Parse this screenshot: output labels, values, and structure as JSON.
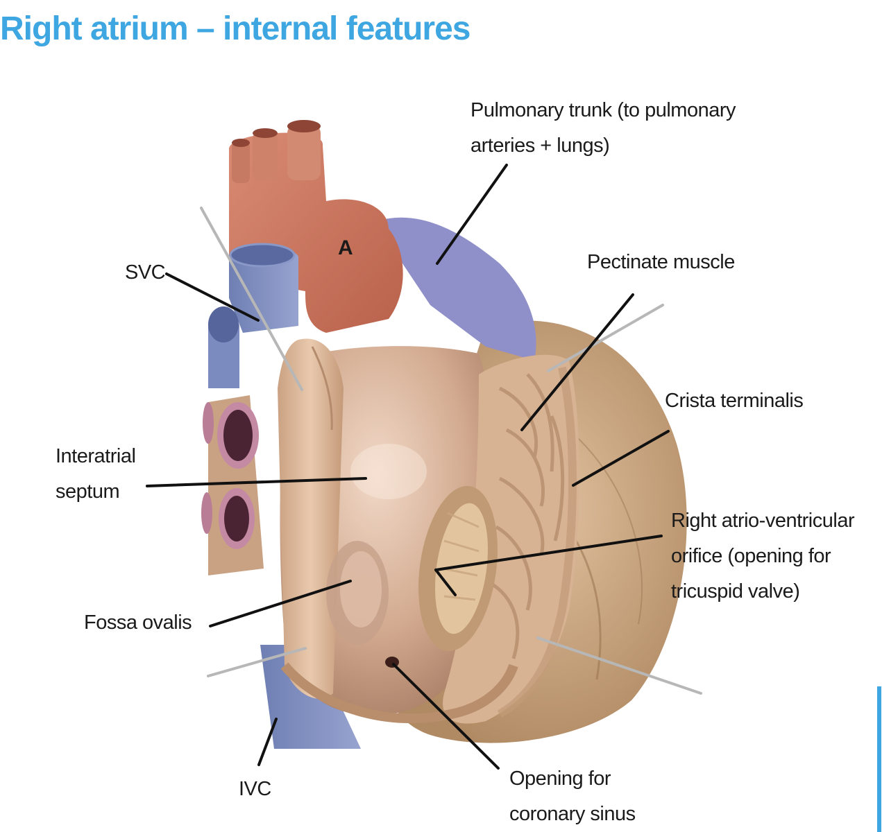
{
  "slide": {
    "title": "Right atrium – internal features",
    "accent_color": "#3ea6e0"
  },
  "illustration": {
    "marker": "A"
  },
  "labels": {
    "pulmonary_trunk": {
      "line1": "Pulmonary trunk (to pulmonary",
      "line2": "arteries + lungs)"
    },
    "svc": "SVC",
    "pectinate_muscle": "Pectinate muscle",
    "crista_terminalis": "Crista terminalis",
    "interatrial_septum": {
      "line1": "Interatrial",
      "line2": "septum"
    },
    "av_orifice": {
      "line1": "Right atrio-ventricular",
      "line2": "orifice (opening for",
      "line3": "tricuspid valve)"
    },
    "fossa_ovalis": "Fossa ovalis",
    "ivc": "IVC",
    "coronary_sinus": {
      "line1": "Opening for",
      "line2": "coronary sinus"
    }
  }
}
